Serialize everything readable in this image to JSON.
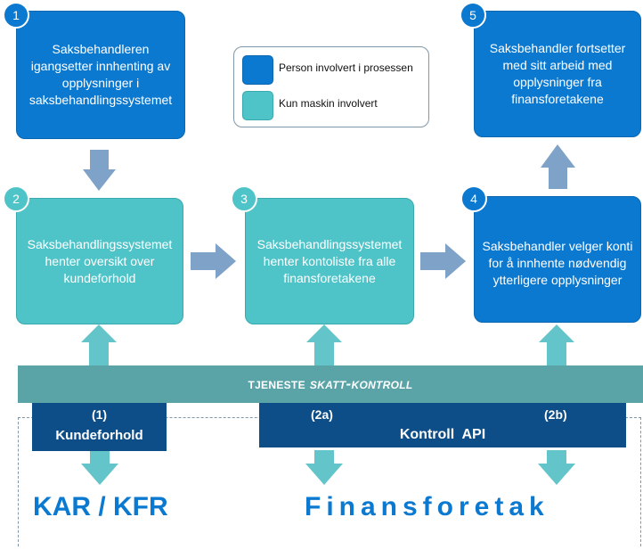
{
  "boxes": {
    "b1": {
      "number": "1",
      "text": "Saksbehandleren igangsetter innhenting av opplysninger i saksbehandlingssystemet"
    },
    "b2": {
      "number": "2",
      "text": "Saksbehandlingssystemet henter oversikt over kundeforhold"
    },
    "b3": {
      "number": "3",
      "text": "Saksbehandlingssystemet henter kontoliste fra alle finansforetakene"
    },
    "b4": {
      "number": "4",
      "text": "Saksbehandler velger konti for å innhente nødvendig ytterligere opplysninger"
    },
    "b5": {
      "number": "5",
      "text": "Saksbehandler fortsetter med sitt arbeid med opplysninger fra finansforetakene"
    }
  },
  "legend": {
    "person": "Person involvert i prosessen",
    "machine": "Kun maskin involvert"
  },
  "service": {
    "prefix": "Tjeneste ",
    "name": "Skatt-Kontroll"
  },
  "api": {
    "kunde_num": "(1)",
    "kunde_label": "Kundeforhold",
    "kontroll_num_a": "(2a)",
    "kontroll_num_b": "(2b)",
    "kontroll_label": "Kontroll  API"
  },
  "bottom": {
    "kar": "KAR / KFR",
    "finans": "Finansforetak"
  },
  "colors": {
    "person": "#0b79d0",
    "machine": "#4ec3c8",
    "arrow": "#7ea2c8",
    "teal_arrow": "#63c5c9",
    "service_bar": "#5aa4a8",
    "api_bar": "#0d4e88"
  }
}
